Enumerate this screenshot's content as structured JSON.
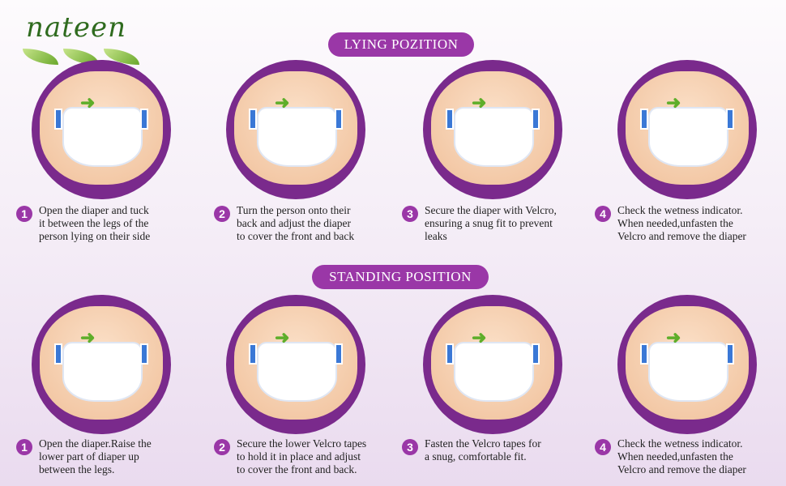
{
  "brand": {
    "name": "nateen"
  },
  "lying": {
    "title": "LYING POZITION",
    "steps": [
      {
        "n": "1",
        "lines": [
          "Open the diaper and tuck",
          "it between the legs of the",
          "person lying on their side"
        ]
      },
      {
        "n": "2",
        "lines": [
          "Turn the person onto their",
          "back and adjust the diaper",
          "to cover the front and back"
        ]
      },
      {
        "n": "3",
        "lines": [
          "Secure the diaper with Velcro,",
          "ensuring a snug fit to prevent",
          "leaks"
        ]
      },
      {
        "n": "4",
        "lines": [
          "Check the wetness indicator.",
          "When needed,unfasten the",
          "Velcro and remove the diaper"
        ]
      }
    ]
  },
  "standing": {
    "title": "STANDING POSITION",
    "steps": [
      {
        "n": "1",
        "lines": [
          "Open the diaper.Raise the",
          "lower part of diaper up",
          "between the legs."
        ]
      },
      {
        "n": "2",
        "lines": [
          "Secure the lower Velcro tapes",
          "to hold it in place and adjust",
          "to cover the front and back."
        ]
      },
      {
        "n": "3",
        "lines": [
          "Fasten the Velcro tapes for",
          "a snug, comfortable fit.",
          ""
        ]
      },
      {
        "n": "4",
        "lines": [
          "Check the wetness indicator.",
          "When needed,unfasten the",
          "Velcro and remove the diaper"
        ]
      }
    ]
  },
  "colors": {
    "accent": "#9a37a7",
    "ring": "#7a2a8c",
    "leaf": "#6aa82b"
  }
}
